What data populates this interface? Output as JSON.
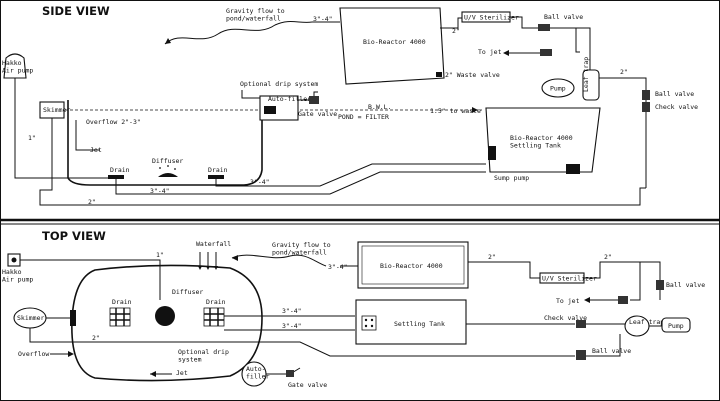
{
  "sections": {
    "side_title": "SIDE VIEW",
    "top_title": "TOP VIEW"
  },
  "side": {
    "gravity_flow": "Gravity flow to\npond/waterfall",
    "size_34_top": "3\"-4\"",
    "bio_reactor": "Bio-Reactor 4000",
    "uv_sterilizer": "U/V Sterilizer",
    "ball_valve_top": "Ball valve",
    "size_2_top": "2\"",
    "to_jet": "To jet",
    "waste_valve": "2\" Waste valve",
    "pump": "Pump",
    "leaf_trap": "Leaf trap",
    "size_2_right": "2\"",
    "ball_valve_right": "Ball valve",
    "check_valve": "Check valve",
    "hakko_pump": "Hakko\nAir pump",
    "optional_drip": "Optional drip system",
    "auto_filler": "Auto-filler",
    "gate_valve": "Gate valve",
    "bwl": "B.W.L.",
    "pond_filter": "POND = FILTER",
    "to_waste": "1.5\" to waste",
    "settling_tank": "Bio-Reactor 4000\nSettling Tank",
    "skimmer": "Skimmer",
    "overflow": "Overflow 2\"-3\"",
    "size_1": "1\"",
    "jet": "Jet",
    "drain_left": "Drain",
    "diffuser": "Diffuser",
    "drain_right": "Drain",
    "size_34_a": "3\"-4\"",
    "size_34_b": "3\"-4\"",
    "sump_pump": "Sump pump",
    "size_2_bottom": "2\""
  },
  "top": {
    "hakko_pump": "Hakko\nAir pump",
    "size_1": "1\"",
    "waterfall": "Waterfall",
    "gravity_flow": "Gravity flow to\npond/waterfall",
    "size_34_top": "3\"-4\"",
    "bio_reactor": "Bio-Reactor 4000",
    "size_2_a": "2\"",
    "size_2_b": "2\"",
    "uv_sterilizer": "U/V Sterilizer",
    "ball_valve_top": "Ball valve",
    "to_jet": "To jet",
    "diffuser": "Diffuser",
    "drain_left": "Drain",
    "drain_right": "Drain",
    "skimmer": "Skimmer",
    "size_34_a": "3\"-4\"",
    "size_34_b": "3\"-4\"",
    "settling_tank": "Settling Tank",
    "check_valve": "Check valve",
    "leaf_trap": "Leaf trap",
    "pump": "Pump",
    "overflow": "Overflow",
    "size_2_left": "2\"",
    "optional_drip": "Optional drip\nsystem",
    "ball_valve_bottom": "Ball valve",
    "jet": "Jet",
    "auto_filler": "Auto-\nfiller",
    "gate_valve": "Gate valve"
  }
}
